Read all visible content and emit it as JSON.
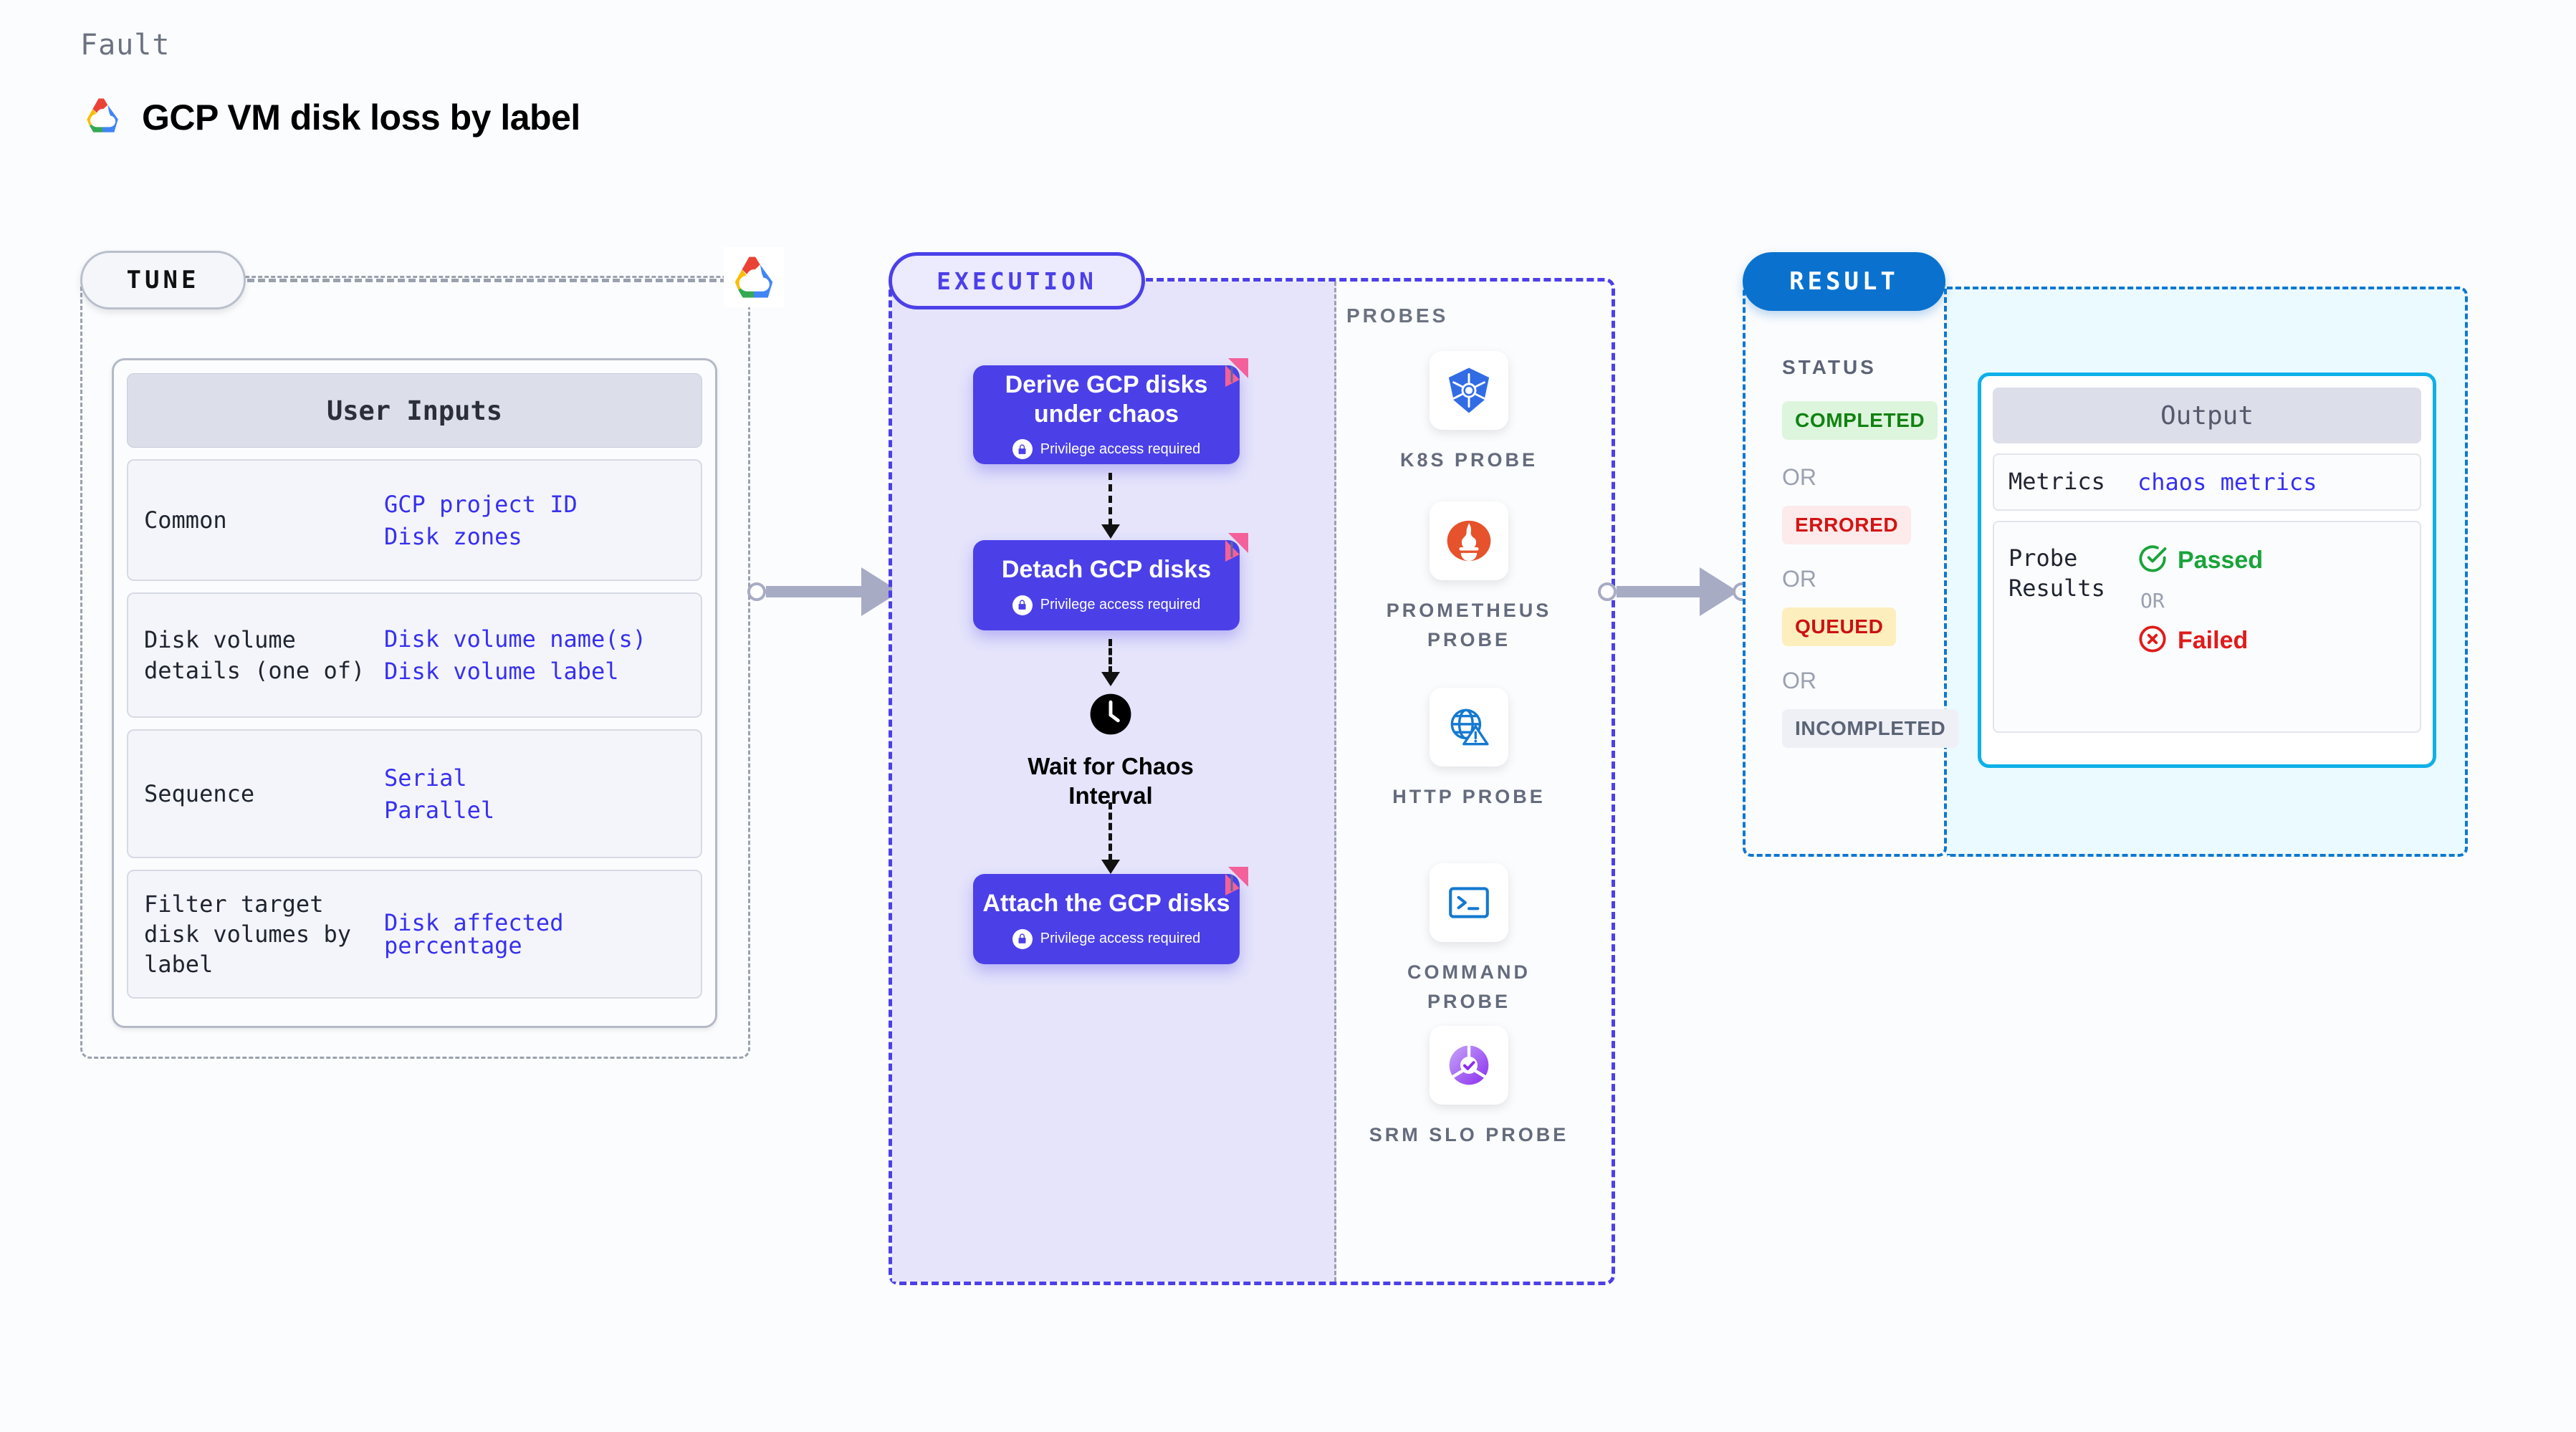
{
  "header": {
    "kicker": "Fault",
    "title": "GCP VM disk loss by label",
    "logo_icon": "gcp-logo-icon"
  },
  "tune": {
    "pill_label": "TUNE",
    "provider_icon": "gcp-logo-icon",
    "card_title": "User Inputs",
    "rows": [
      {
        "key": "Common",
        "values": [
          "GCP project ID",
          "Disk zones"
        ]
      },
      {
        "key": "Disk volume details (one of)",
        "values": [
          "Disk volume name(s)",
          "Disk volume label"
        ]
      },
      {
        "key": "Sequence",
        "values": [
          "Serial",
          "Parallel"
        ]
      },
      {
        "key": "Filter target disk volumes by label",
        "values": [
          "Disk affected percentage"
        ]
      }
    ]
  },
  "execution": {
    "pill_label": "EXECUTION",
    "probes_label": "PROBES",
    "nodes": [
      {
        "title": "Derive GCP disks under chaos",
        "subtitle": "Privilege access required",
        "badge_icon": "lock-icon",
        "corner_icon": "pink-flag-icon"
      },
      {
        "title": "Detach GCP disks",
        "subtitle": "Privilege access required",
        "badge_icon": "lock-icon",
        "corner_icon": "pink-flag-icon"
      },
      {
        "title": "Attach the GCP disks",
        "subtitle": "Privilege access required",
        "badge_icon": "lock-icon",
        "corner_icon": "pink-flag-icon"
      }
    ],
    "wait_node": {
      "label_line1": "Wait for Chaos",
      "label_line2": "Interval",
      "icon": "clock-icon"
    },
    "probes": [
      {
        "name": "K8S PROBE",
        "icon": "kubernetes-icon"
      },
      {
        "name": "PROMETHEUS PROBE",
        "icon": "prometheus-icon"
      },
      {
        "name": "HTTP PROBE",
        "icon": "http-globe-alert-icon"
      },
      {
        "name": "COMMAND PROBE",
        "icon": "terminal-icon"
      },
      {
        "name": "SRM SLO PROBE",
        "icon": "srm-slo-icon"
      }
    ]
  },
  "result": {
    "pill_label": "RESULT",
    "status_label": "STATUS",
    "or_label": "OR",
    "statuses": [
      {
        "label": "COMPLETED",
        "bg": "#ddf5dd",
        "fg": "#118211"
      },
      {
        "label": "ERRORED",
        "bg": "#fdeaea",
        "fg": "#d31414"
      },
      {
        "label": "QUEUED",
        "bg": "#fdeebd",
        "fg": "#cc1111"
      },
      {
        "label": "INCOMPLETED",
        "bg": "#eef0f5",
        "fg": "#5b6376"
      }
    ],
    "output": {
      "title": "Output",
      "metrics_key": "Metrics",
      "metrics_value": "chaos metrics",
      "probe_key": "Probe Results",
      "passed_label": "Passed",
      "failed_label": "Failed",
      "or_label": "OR",
      "passed_icon": "check-circle-icon",
      "failed_icon": "x-circle-icon"
    }
  },
  "colors": {
    "accent_purple": "#4b40e8",
    "accent_blue": "#0a72ce",
    "accent_cyan": "#0fb0e8",
    "pink": "#f4609a",
    "muted": "#9aa1ae"
  }
}
